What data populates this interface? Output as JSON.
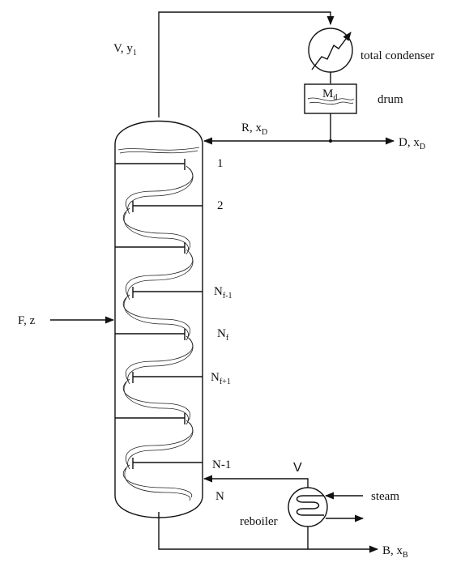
{
  "labels": {
    "vapor_main": "V, y",
    "vapor_sub": "1",
    "condenser": "total condenser",
    "drum_main": "M",
    "drum_sub": "d",
    "drum": "drum",
    "reflux_main": "R, x",
    "reflux_sub": "D",
    "distillate_main": "D, x",
    "distillate_sub": "D",
    "feed": "F, z",
    "bottoms_main": "B, x",
    "bottoms_sub": "B",
    "reboiler_vapor": "V",
    "steam": "steam",
    "reboiler": "reboiler"
  },
  "stages": [
    {
      "main": "1",
      "sub": ""
    },
    {
      "main": "2",
      "sub": ""
    },
    {
      "main": "N",
      "sub": "f-1"
    },
    {
      "main": "N",
      "sub": "f"
    },
    {
      "main": "N",
      "sub": "f+1"
    },
    {
      "main": "N-1",
      "sub": ""
    },
    {
      "main": "N",
      "sub": ""
    }
  ]
}
